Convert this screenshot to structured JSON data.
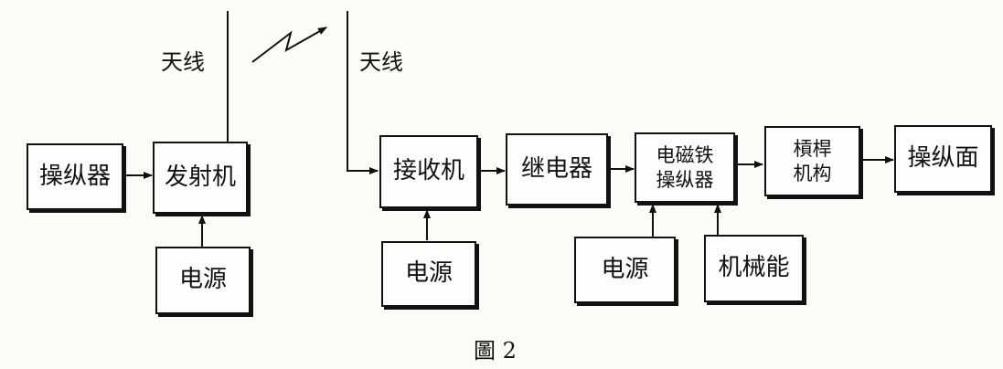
{
  "transmitter_side": {
    "controller": "操纵器",
    "transmitter": "发射机",
    "power": "电源",
    "antenna": "天线"
  },
  "receiver_side": {
    "antenna": "天线",
    "receiver": "接收机",
    "relay": "继电器",
    "em_actuator_line1": "电磁铁",
    "em_actuator_line2": "操纵器",
    "linkage_line1": "槓桿",
    "linkage_line2": "机构",
    "control_surface": "操纵面",
    "power_receiver": "电源",
    "power_actuator": "电源",
    "mechanical_energy": "机械能"
  },
  "caption": "圖 2"
}
